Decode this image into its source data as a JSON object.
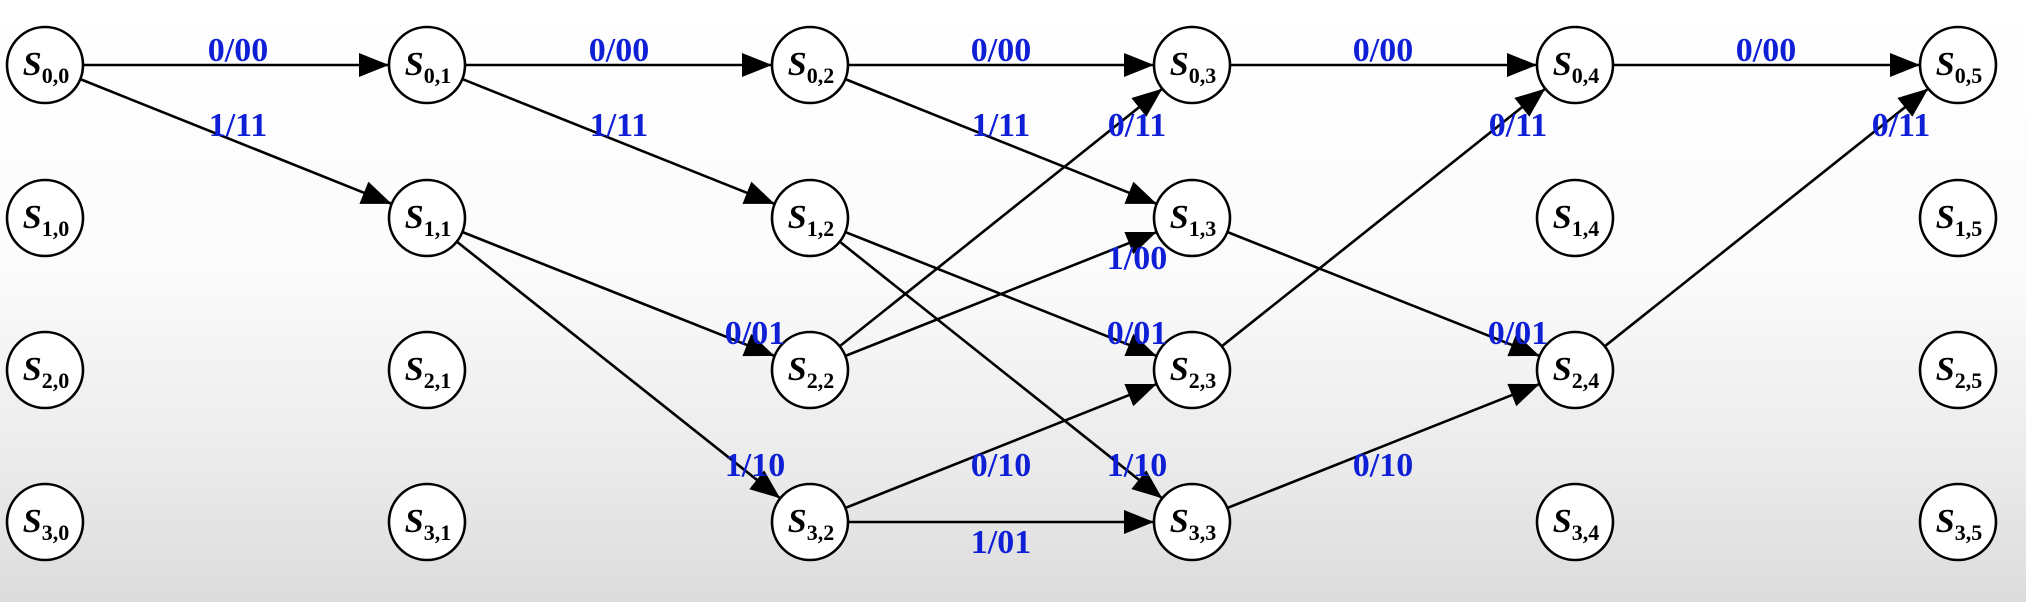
{
  "diagram": {
    "state_prefix": "S",
    "nodes": [
      {
        "id": "0,0",
        "row": 0,
        "col": 0,
        "label": "S",
        "sub": "0,0"
      },
      {
        "id": "1,0",
        "row": 1,
        "col": 0,
        "label": "S",
        "sub": "1,0"
      },
      {
        "id": "2,0",
        "row": 2,
        "col": 0,
        "label": "S",
        "sub": "2,0"
      },
      {
        "id": "3,0",
        "row": 3,
        "col": 0,
        "label": "S",
        "sub": "3,0"
      },
      {
        "id": "0,1",
        "row": 0,
        "col": 1,
        "label": "S",
        "sub": "0,1"
      },
      {
        "id": "1,1",
        "row": 1,
        "col": 1,
        "label": "S",
        "sub": "1,1"
      },
      {
        "id": "2,1",
        "row": 2,
        "col": 1,
        "label": "S",
        "sub": "2,1"
      },
      {
        "id": "3,1",
        "row": 3,
        "col": 1,
        "label": "S",
        "sub": "3,1"
      },
      {
        "id": "0,2",
        "row": 0,
        "col": 2,
        "label": "S",
        "sub": "0,2"
      },
      {
        "id": "1,2",
        "row": 1,
        "col": 2,
        "label": "S",
        "sub": "1,2"
      },
      {
        "id": "2,2",
        "row": 2,
        "col": 2,
        "label": "S",
        "sub": "2,2"
      },
      {
        "id": "3,2",
        "row": 3,
        "col": 2,
        "label": "S",
        "sub": "3,2"
      },
      {
        "id": "0,3",
        "row": 0,
        "col": 3,
        "label": "S",
        "sub": "0,3"
      },
      {
        "id": "1,3",
        "row": 1,
        "col": 3,
        "label": "S",
        "sub": "1,3"
      },
      {
        "id": "2,3",
        "row": 2,
        "col": 3,
        "label": "S",
        "sub": "2,3"
      },
      {
        "id": "3,3",
        "row": 3,
        "col": 3,
        "label": "S",
        "sub": "3,3"
      },
      {
        "id": "0,4",
        "row": 0,
        "col": 4,
        "label": "S",
        "sub": "0,4"
      },
      {
        "id": "1,4",
        "row": 1,
        "col": 4,
        "label": "S",
        "sub": "1,4"
      },
      {
        "id": "2,4",
        "row": 2,
        "col": 4,
        "label": "S",
        "sub": "2,4"
      },
      {
        "id": "3,4",
        "row": 3,
        "col": 4,
        "label": "S",
        "sub": "3,4"
      },
      {
        "id": "0,5",
        "row": 0,
        "col": 5,
        "label": "S",
        "sub": "0,5"
      },
      {
        "id": "1,5",
        "row": 1,
        "col": 5,
        "label": "S",
        "sub": "1,5"
      },
      {
        "id": "2,5",
        "row": 2,
        "col": 5,
        "label": "S",
        "sub": "2,5"
      },
      {
        "id": "3,5",
        "row": 3,
        "col": 5,
        "label": "S",
        "sub": "3,5"
      }
    ],
    "edges": [
      {
        "from": "0,0",
        "to": "0,1",
        "label": "0/00"
      },
      {
        "from": "0,0",
        "to": "1,1",
        "label": "1/11"
      },
      {
        "from": "0,1",
        "to": "0,2",
        "label": "0/00"
      },
      {
        "from": "0,1",
        "to": "1,2",
        "label": "1/11"
      },
      {
        "from": "1,1",
        "to": "2,2",
        "label": "0/01"
      },
      {
        "from": "1,1",
        "to": "3,2",
        "label": "1/10"
      },
      {
        "from": "0,2",
        "to": "0,3",
        "label": "0/00"
      },
      {
        "from": "0,2",
        "to": "1,3",
        "label": "1/11"
      },
      {
        "from": "1,2",
        "to": "2,3",
        "label": "0/01"
      },
      {
        "from": "1,2",
        "to": "3,3",
        "label": "1/10"
      },
      {
        "from": "2,2",
        "to": "0,3",
        "label": "0/11"
      },
      {
        "from": "2,2",
        "to": "1,3",
        "label": "1/00"
      },
      {
        "from": "3,2",
        "to": "2,3",
        "label": "0/10"
      },
      {
        "from": "3,2",
        "to": "3,3",
        "label": "1/01"
      },
      {
        "from": "0,3",
        "to": "0,4",
        "label": "0/00"
      },
      {
        "from": "1,3",
        "to": "2,4",
        "label": "0/01"
      },
      {
        "from": "2,3",
        "to": "0,4",
        "label": "0/11"
      },
      {
        "from": "3,3",
        "to": "2,4",
        "label": "0/10"
      },
      {
        "from": "0,4",
        "to": "0,5",
        "label": "0/00"
      },
      {
        "from": "2,4",
        "to": "0,5",
        "label": "0/11"
      }
    ]
  }
}
